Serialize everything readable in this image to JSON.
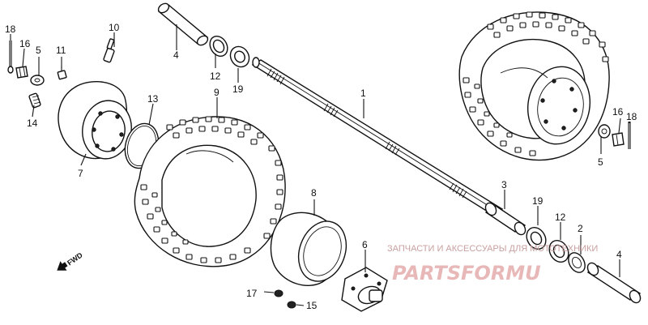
{
  "diagram": {
    "part_numbers": [
      "1",
      "2",
      "3",
      "4",
      "4",
      "5",
      "5",
      "6",
      "7",
      "8",
      "9",
      "10",
      "11",
      "12",
      "12",
      "13",
      "14",
      "15",
      "16",
      "16",
      "17",
      "18",
      "18",
      "19",
      "19"
    ],
    "direction_marker": "FWD",
    "watermark": {
      "tagline": "ЗАПЧАСТИ И АКСЕССУАРЫ ДЛЯ МОТОТЕХНИКИ",
      "logo_text": "PARTSFORMU"
    }
  }
}
